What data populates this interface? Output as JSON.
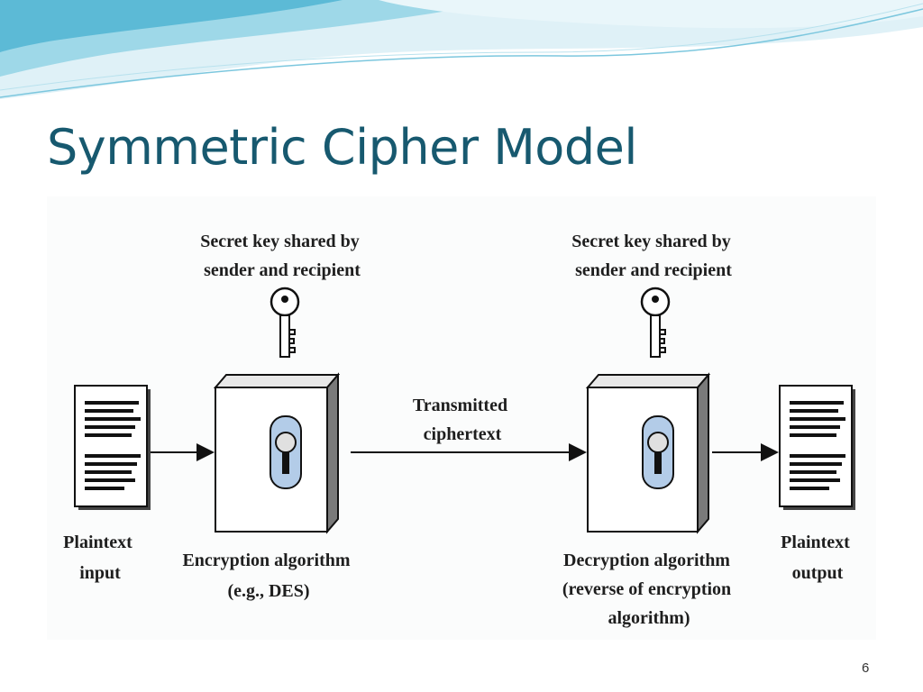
{
  "slide": {
    "title": "Symmetric Cipher Model",
    "page_number": "6"
  },
  "diagram": {
    "key_label_left": [
      "Secret key shared by",
      "sender and recipient"
    ],
    "key_label_right": [
      "Secret key shared by",
      "sender and recipient"
    ],
    "plaintext_input": [
      "Plaintext",
      "input"
    ],
    "encryption": [
      "Encryption algorithm",
      "(e.g., DES)"
    ],
    "transmitted": [
      "Transmitted",
      "ciphertext"
    ],
    "decryption": [
      "Decryption algorithm",
      "(reverse of encryption",
      "algorithm)"
    ],
    "plaintext_output": [
      "Plaintext",
      "output"
    ]
  },
  "colors": {
    "title": "#17596f",
    "lock_fill": "#b3cce8",
    "wave_light": "#cfe9f3",
    "wave_mid": "#8fcfe3"
  }
}
